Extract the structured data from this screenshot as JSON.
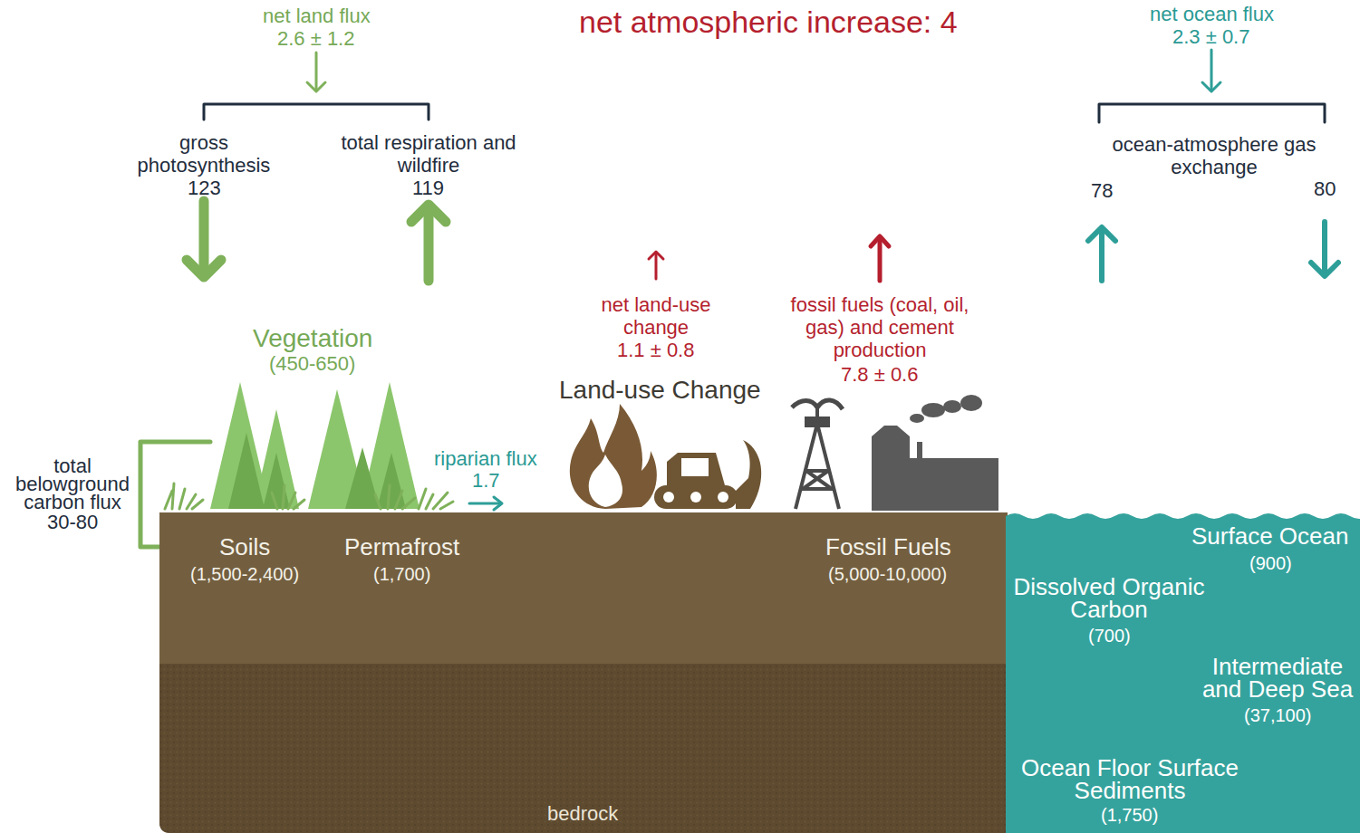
{
  "diagram": {
    "nodes": [
      {
        "text": [
          "Soils",
          "(1,500-2,400)",
          "Permafrost",
          "(1,700)",
          "Fossil Fuels",
          "(5,000-10,000)",
          "bedrock"
        ]
      },
      {
        "text": [
          "Surface Ocean",
          "(900)",
          "Dissolved Organic Carbon",
          "(700)",
          "Intermediate and Deep Sea",
          "(37,100)",
          "Ocean Floor Surface Sediments",
          "(1,750)"
        ]
      }
    ],
    "labels": [
      "net land flux",
      "2.6 ± 1.2",
      "net atmospheric increase: 4",
      "net ocean flux",
      "2.3 ± 0.7",
      "gross photosynthesis",
      "123",
      "total respiration and wildfire",
      "119",
      "ocean-atmosphere gas exchange",
      "78",
      "80",
      "net land-use change",
      "1.1 ± 0.8",
      "fossil fuels (coal, oil, gas) and cement production",
      "7.8 ± 0.6",
      "Vegetation",
      "(450-650)",
      "Land-use Change",
      "riparian flux",
      "1.7",
      "total belowground carbon flux",
      "30-80"
    ]
  }
}
